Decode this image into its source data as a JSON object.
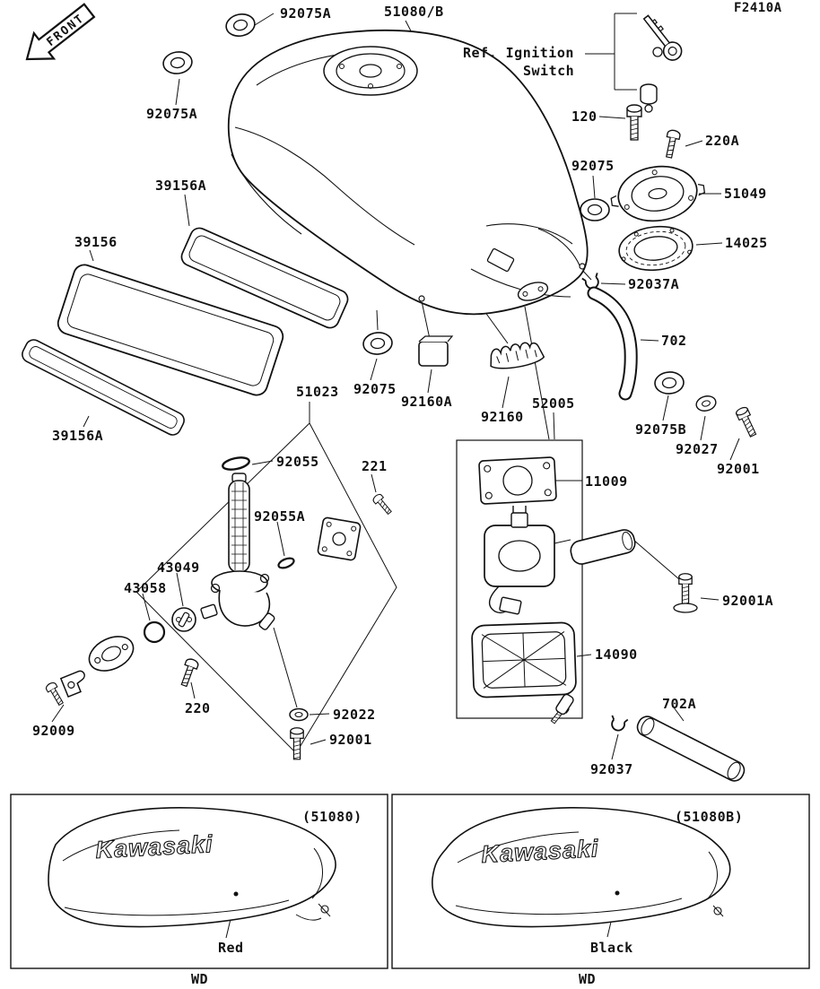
{
  "meta": {
    "sheet_code": "F2410A",
    "front_label": "FRONT",
    "brand_logo": "Kawasaki"
  },
  "callouts": {
    "grommet_92075a_top": "92075A",
    "tank_51080": "51080/B",
    "ref_ignition_line1": "Ref. Ignition",
    "ref_ignition_line2": "Switch",
    "grommet_92075a_left": "92075A",
    "bolt_120": "120",
    "screw_220a": "220A",
    "grommet_92075_upper": "92075",
    "tank_cap_51049": "51049",
    "pad_39156a_upper": "39156A",
    "gasket_14025": "14025",
    "pad_39156": "39156",
    "clamp_92037a": "92037A",
    "hose_702": "702",
    "petcock_51023": "51023",
    "grommet_92075_mid": "92075",
    "damper_92160a": "92160A",
    "damper_92160": "92160",
    "pump_52005": "52005",
    "grommet_92075b": "92075B",
    "washer_92027": "92027",
    "bolt_92001_upper": "92001",
    "pad_39156a_lower": "39156A",
    "oring_92055": "92055",
    "plate_221": "221",
    "oring_92055a": "92055A",
    "gasket_11009": "11009",
    "cap_43049": "43049",
    "oring_43058": "43058",
    "bolt_92001a": "92001A",
    "tray_14090": "14090",
    "screw_220": "220",
    "washer_92022": "92022",
    "holder_92009": "92009",
    "bolt_92001_lower": "92001",
    "hose_702a": "702A",
    "clamp_92037": "92037"
  },
  "variants": {
    "left": {
      "code": "(51080)",
      "color": "Red",
      "footer": "WD"
    },
    "right": {
      "code": "(51080B)",
      "color": "Black",
      "footer": "WD"
    }
  }
}
